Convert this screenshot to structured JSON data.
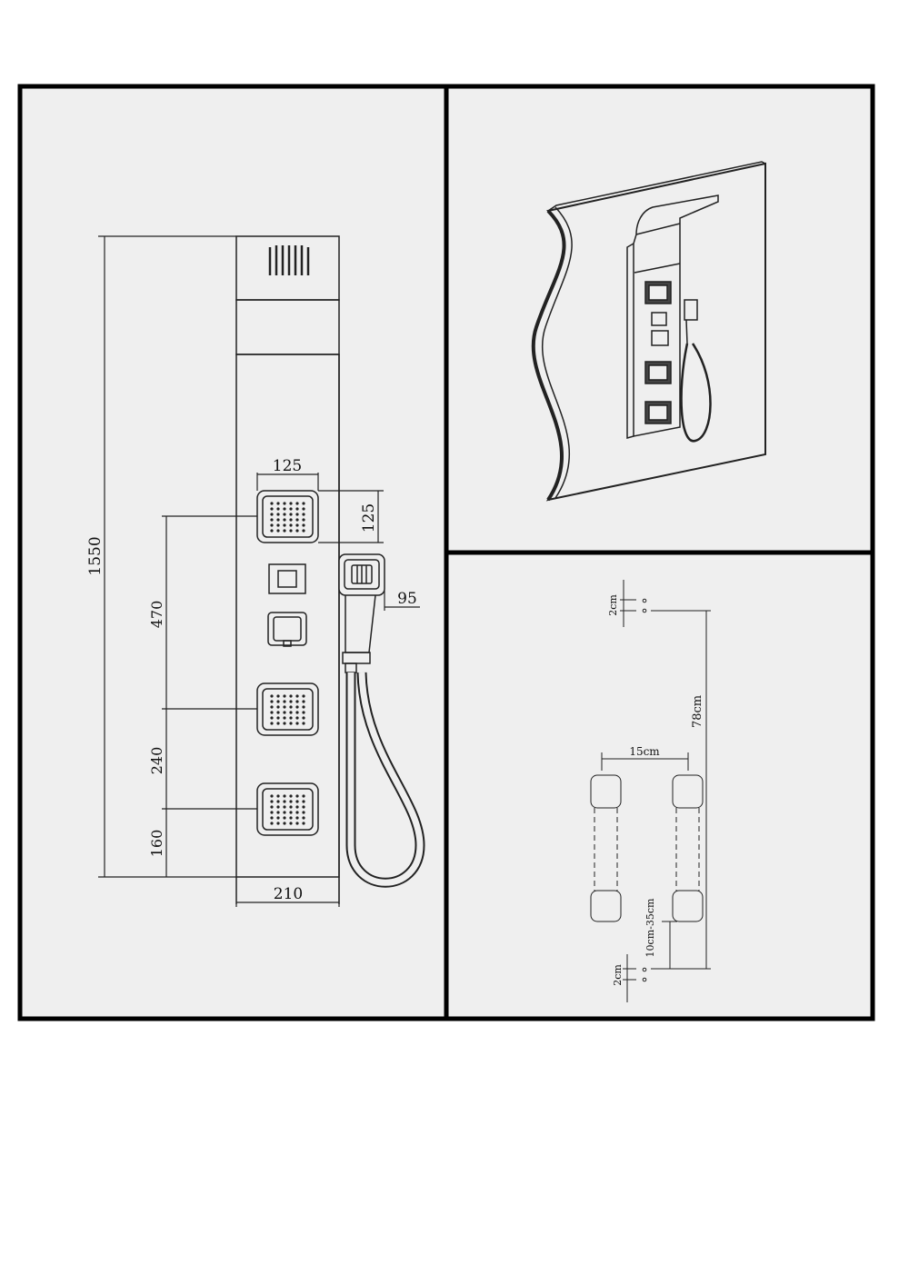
{
  "front_view": {
    "dim_total_height": "1550",
    "dim_jet_width": "125",
    "dim_jet_height": "125",
    "dim_handshower": "95",
    "dim_470": "470",
    "dim_240": "240",
    "dim_160": "160",
    "dim_panel_width": "210"
  },
  "install_view": {
    "dim_top_gap": "2cm",
    "dim_bottom_gap": "2cm",
    "dim_height": "78cm",
    "dim_spacing": "15cm",
    "dim_range": "10cm-35cm"
  },
  "colors": {
    "panel_bg": "#efefef",
    "frame": "#000000",
    "line": "#222222"
  }
}
